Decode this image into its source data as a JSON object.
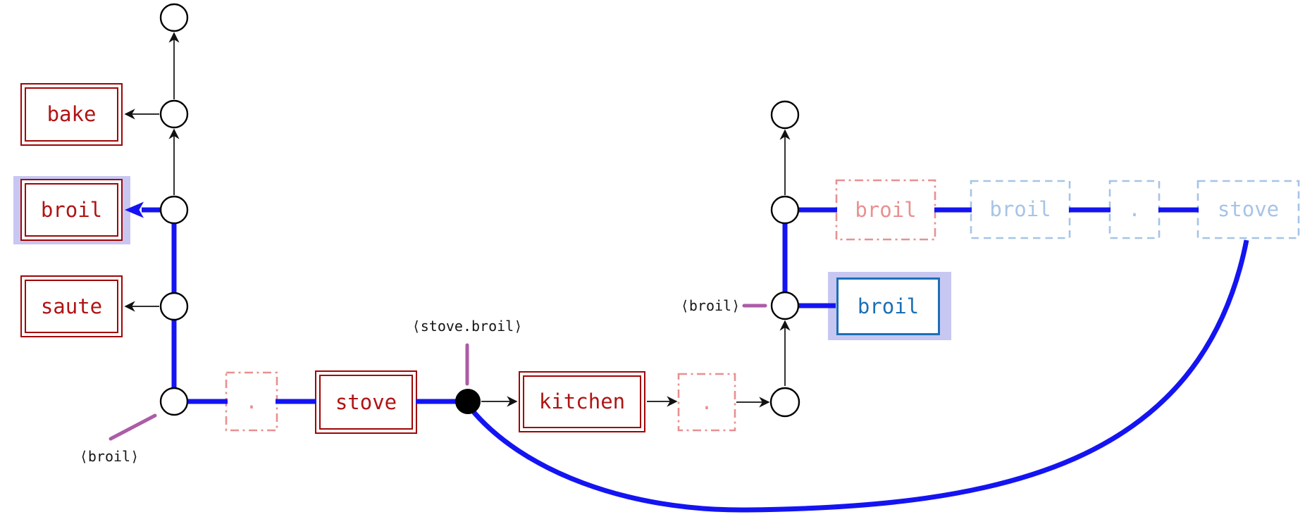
{
  "boxes": {
    "bake": "bake",
    "broil_left": "broil",
    "saute": "saute",
    "dot1": ".",
    "stove_main": "stove",
    "kitchen": "kitchen",
    "dot2": ".",
    "broil_ghost_red": "broil",
    "broil_ghost_blue": "broil",
    "dot_ghost": ".",
    "stove_ghost": "stove",
    "broil_selected": "broil"
  },
  "annotations": {
    "left_anchor": "⟨broil⟩",
    "pair_anchor": "⟨stove.broil⟩",
    "right_anchor": "⟨broil⟩"
  },
  "colors": {
    "edge_blue": "#1414f2",
    "box_red": "#a00404",
    "text_red": "#b01414",
    "highlight_lavender": "#c7c7f2",
    "selected_blue": "#1b6fb5",
    "ghost_blue": "#a6c4e6",
    "ghost_red": "#e89090",
    "anchor_purple": "#ad5ca6",
    "line_black": "#111111"
  }
}
